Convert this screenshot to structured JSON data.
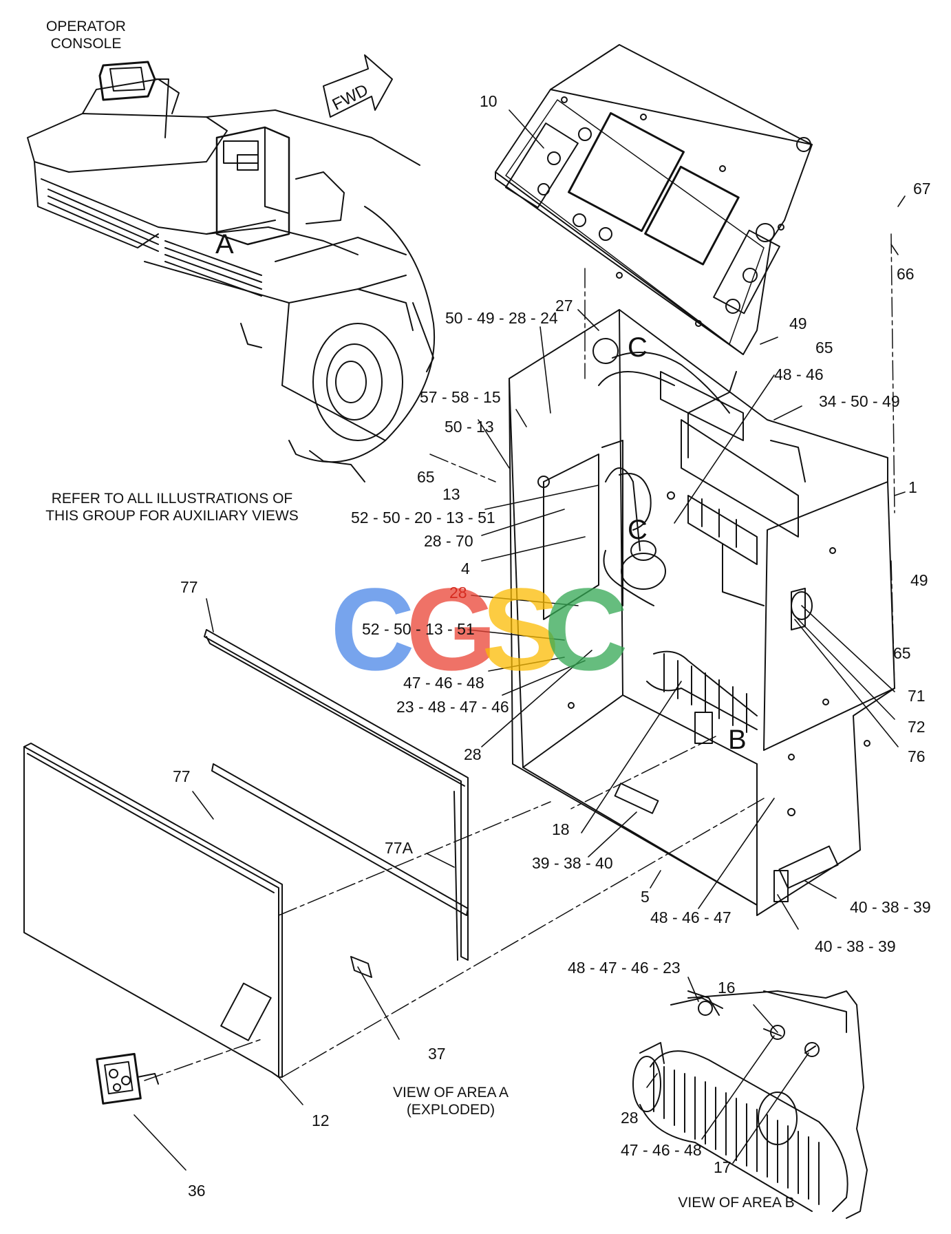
{
  "notes": {
    "operator_console": "OPERATOR\nCONSOLE",
    "refer": "REFER TO ALL ILLUSTRATIONS OF\nTHIS GROUP FOR AUXILIARY VIEWS",
    "view_a": "VIEW OF AREA A\n(EXPLODED)",
    "view_b": "VIEW OF AREA B",
    "fwd": "FWD"
  },
  "area_letters": {
    "a": "A",
    "b": "B",
    "c_top": "C",
    "c_bottom": "C"
  },
  "callouts": {
    "p10": "10",
    "p67": "67",
    "p66": "66",
    "p27": "27",
    "p50_49_28_24": "50 - 49 - 28 - 24",
    "p49_top": "49",
    "p65_top": "65",
    "p48_46": "48 - 46",
    "p34_50_49": "34 - 50 - 49",
    "p57_58_15": "57 - 58 - 15",
    "p50_13": "50 - 13",
    "p65_left": "65",
    "p13": "13",
    "p1": "1",
    "p52_50_20_13_51": "52 - 50 - 20 - 13 - 51",
    "p28_70": "28 - 70",
    "p4": "4",
    "p77_upper": "77",
    "p28_a": "28",
    "p49_right": "49",
    "p52_50_13_51": "52 - 50 - 13 - 51",
    "p65_right": "65",
    "p47_46_48_a": "47 - 46 - 48",
    "p23_48_47_46": "23 - 48 - 47 - 46",
    "p71": "71",
    "p72": "72",
    "p28_b": "28",
    "p76": "76",
    "p77_lower": "77",
    "p18": "18",
    "p77a": "77A",
    "p39_38_40": "39 - 38 - 40",
    "p40_38_39_a": "40 - 38 - 39",
    "p5": "5",
    "p48_46_47": "48 - 46 - 47",
    "p40_38_39_b": "40 - 38 - 39",
    "p48_47_46_23": "48 - 47 - 46 - 23",
    "p16": "16",
    "p37": "37",
    "p12": "12",
    "p28_c": "28",
    "p47_46_48_b": "47 - 46 - 48",
    "p17": "17",
    "p36": "36"
  },
  "watermark": {
    "letters": [
      "C",
      "G",
      "S",
      "C"
    ],
    "colors": [
      "#4a86e8",
      "#ea4335",
      "#fbbc04",
      "#34a853"
    ]
  },
  "colors": {
    "line": "#111111",
    "background": "#ffffff",
    "highlight_label": "#d62a1f"
  }
}
